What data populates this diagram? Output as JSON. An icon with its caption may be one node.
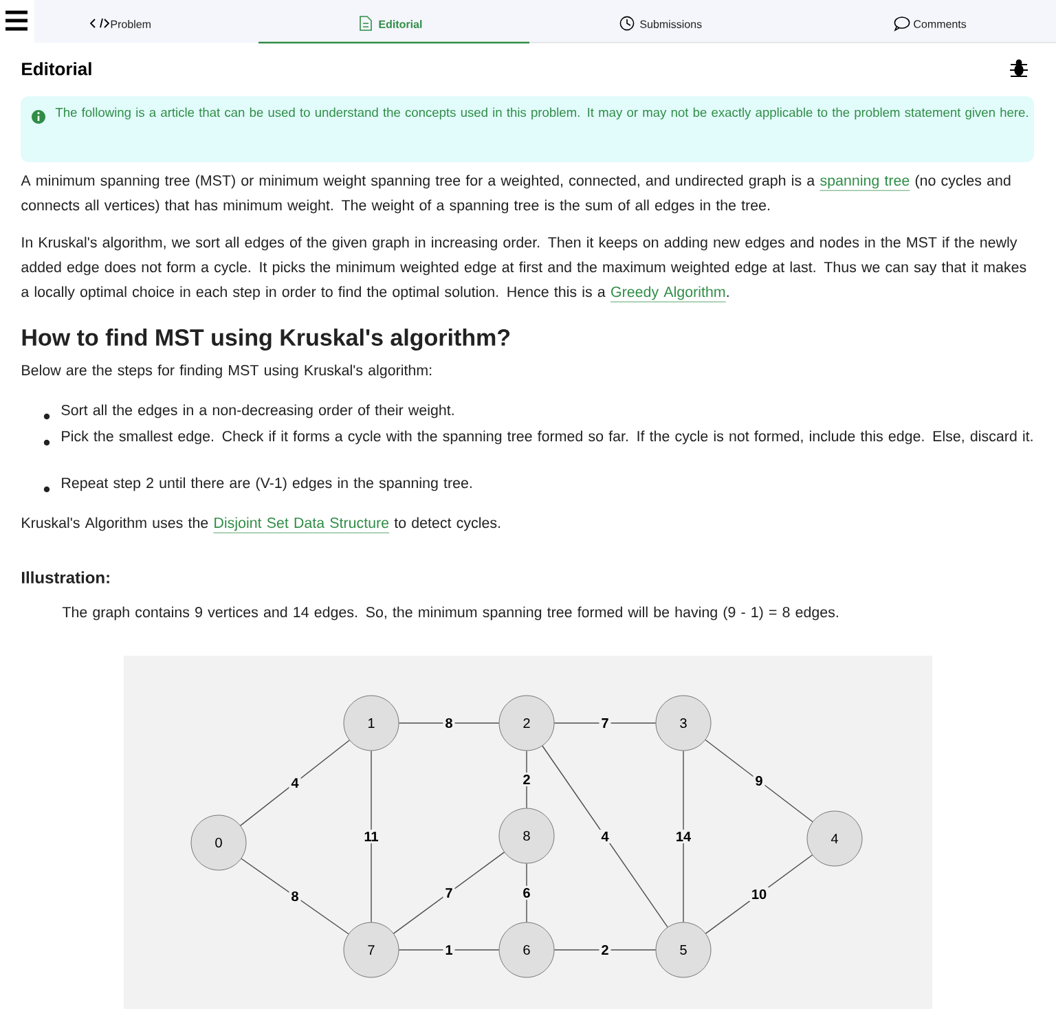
{
  "diagram": {
    "nodes": [
      {
        "text": [
          "0"
        ]
      },
      {
        "text": [
          "1"
        ]
      },
      {
        "text": [
          "2"
        ]
      },
      {
        "text": [
          "3"
        ]
      },
      {
        "text": [
          "4"
        ]
      },
      {
        "text": [
          "5"
        ]
      },
      {
        "text": [
          "6"
        ]
      },
      {
        "text": [
          "7"
        ]
      },
      {
        "text": [
          "8"
        ]
      }
    ],
    "edges": [
      {
        "from": 0,
        "to": 1,
        "arrow": "none",
        "label": "4"
      },
      {
        "from": 0,
        "to": 7,
        "arrow": "none",
        "label": "8"
      },
      {
        "from": 1,
        "to": 2,
        "arrow": "none",
        "label": "8"
      },
      {
        "from": 1,
        "to": 7,
        "arrow": "none",
        "label": "11"
      },
      {
        "from": 2,
        "to": 3,
        "arrow": "none",
        "label": "7"
      },
      {
        "from": 2,
        "to": 8,
        "arrow": "none",
        "label": "2"
      },
      {
        "from": 2,
        "to": 5,
        "arrow": "none",
        "label": "4"
      },
      {
        "from": 3,
        "to": 5,
        "arrow": "none",
        "label": "14"
      },
      {
        "from": 3,
        "to": 4,
        "arrow": "none",
        "label": "9"
      },
      {
        "from": 4,
        "to": 5,
        "arrow": "none",
        "label": "10"
      },
      {
        "from": 8,
        "to": 7,
        "arrow": "none",
        "label": "7"
      },
      {
        "from": 8,
        "to": 6,
        "arrow": "none",
        "label": "6"
      },
      {
        "from": 7,
        "to": 6,
        "arrow": "none",
        "label": "1"
      },
      {
        "from": 6,
        "to": 5,
        "arrow": "none",
        "label": "2"
      }
    ],
    "labels": [
      "Problem",
      "Editorial",
      "Submissions",
      "Comments",
      "Editorial",
      "The following is a article that can be used to understand the concepts used in this problem. It may or may not be exactly applicable to the problem statement given here.",
      "A minimum spanning tree (MST) or minimum weight spanning tree for a weighted, connected, and undirected graph is a",
      "spanning tree",
      "(no cycles and connects all vertices) that has minimum weight. The weight of a spanning tree is the sum of all edges in the tree.",
      "In Kruskal's algorithm, we sort all edges of the given graph in increasing order. Then it keeps on adding new edges and nodes in the MST if the newly added edge does not form a cycle. It picks the minimum weighted edge at first and the maximum weighted edge at last. Thus we can say that it makes a locally optimal choice in each step in order to find the optimal solution. Hence this is a",
      "Greedy Algorithm",
      ".",
      "How to find MST using Kruskal's algorithm?",
      "Below are the steps for finding MST using Kruskal's algorithm:",
      "Sort all the edges in a non-decreasing order of their weight.",
      "Pick the smallest edge. Check if it forms a cycle with the spanning tree formed so far. If the cycle is not formed, include this edge. Else, discard it.",
      "Repeat step 2 until there are (V-1) edges in the spanning tree.",
      "Kruskal's Algorithm uses the",
      "Disjoint Set Data Structure",
      "to detect cycles.",
      "Illustration:",
      "The graph contains 9 vertices and 14 edges. So, the minimum spanning tree formed will be having (9 - 1) = 8 edges."
    ]
  }
}
